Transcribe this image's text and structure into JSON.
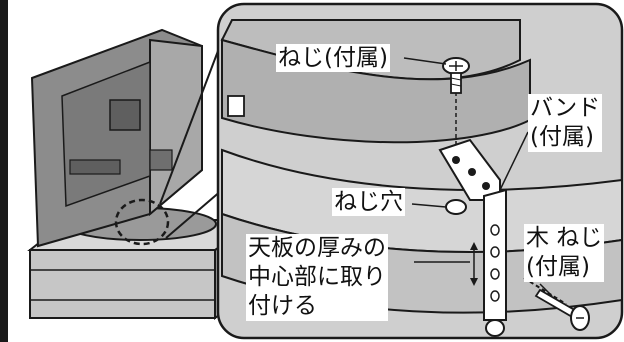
{
  "labels": {
    "screw_supplied": "ねじ(付属)",
    "band_line1": "バンド",
    "band_line2": "(付属)",
    "screw_hole": "ねじ穴",
    "wood_screw_line1": "木 ねじ",
    "wood_screw_line2": "(付属)",
    "attach_note_line1": "天板の厚みの",
    "attach_note_line2": "中心部に取り",
    "attach_note_line3": "付ける"
  },
  "colors": {
    "outline": "#1a1a1a",
    "panel_fill": "#cfcfcf",
    "tv_dark": "#8c8c8c",
    "tv_light": "#bdbdbd",
    "stand_fill": "#c6c6c6",
    "metal_fill": "#ffffff"
  },
  "icons": {
    "screw": "phillips-screw-icon",
    "wood_screw": "wood-screw-icon",
    "band": "metal-band-icon"
  }
}
